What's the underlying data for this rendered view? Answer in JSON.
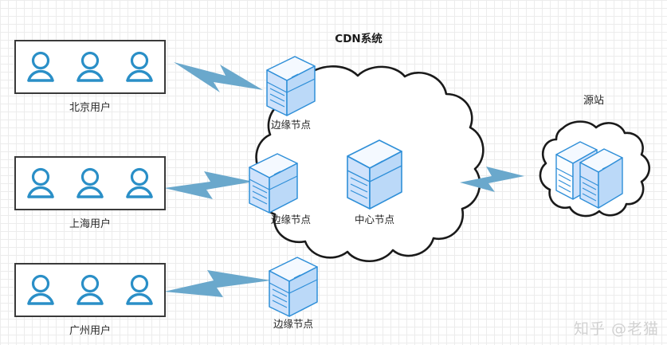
{
  "diagram": {
    "title": "CDN系统",
    "watermark": "知乎 @老猫",
    "colors": {
      "server_front": "#cfe2fb",
      "server_side": "#9ec9f2",
      "server_top": "#f4f9ff",
      "server_stroke": "#2f8fd8",
      "user_icon": "#2a8fc7",
      "arrow_fill": "#6aa8cc",
      "box_stroke": "#3a3a3a",
      "cloud_stroke": "#1a1a1a",
      "grid_minor": "#ececec",
      "grid_major": "#e2e2e2",
      "watermark": "#d2d2d2",
      "text": "#1f1f1f"
    },
    "user_groups": [
      {
        "label": "北京用户",
        "user_count": 3
      },
      {
        "label": "上海用户",
        "user_count": 3
      },
      {
        "label": "广州用户",
        "user_count": 3
      }
    ],
    "cdn_nodes": [
      {
        "label": "边缘节点",
        "kind": "edge"
      },
      {
        "label": "边缘节点",
        "kind": "edge"
      },
      {
        "label": "边缘节点",
        "kind": "edge"
      },
      {
        "label": "中心节点",
        "kind": "center"
      }
    ],
    "origin": {
      "label": "源站",
      "server_count": 2
    },
    "flows": [
      {
        "from": "北京用户",
        "to": "边缘节点",
        "style": "lightning-arrow"
      },
      {
        "from": "上海用户",
        "to": "边缘节点",
        "style": "lightning-arrow"
      },
      {
        "from": "广州用户",
        "to": "边缘节点",
        "style": "lightning-arrow"
      },
      {
        "from": "CDN系统",
        "to": "源站",
        "style": "lightning-arrow"
      }
    ]
  }
}
